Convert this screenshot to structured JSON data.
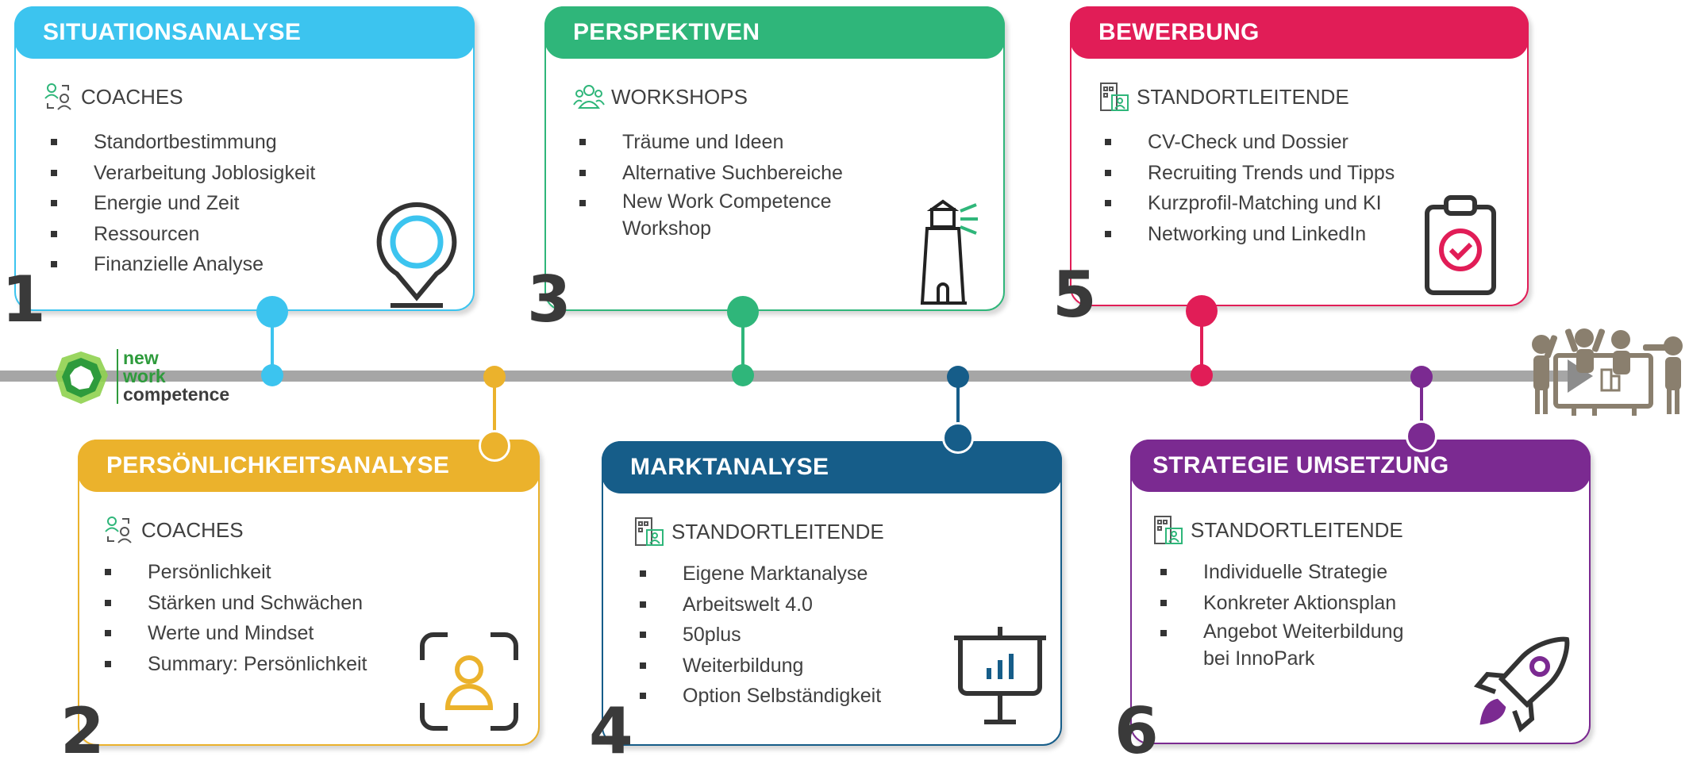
{
  "logo": {
    "line1": "new",
    "line2": "work",
    "line3": "competence"
  },
  "colors": {
    "situationsanalyse": "#3cc4ef",
    "persoenlichkeitsanalyse": "#ebb22c",
    "perspektiven": "#2fb67a",
    "marktanalyse": "#165d89",
    "bewerbung": "#e11d57",
    "strategie": "#7b2a91",
    "timeline": "#a6a6a6"
  },
  "steps": [
    {
      "number": "1",
      "title": "SITUATIONSANALYSE",
      "role": "COACHES",
      "role_icon": "coaches-icon",
      "items": [
        "Standortbestimmung",
        "Verarbeitung Joblosigkeit",
        "Energie und Zeit",
        "Ressourcen",
        "Finanzielle Analyse"
      ],
      "icon": "location-pin-icon"
    },
    {
      "number": "2",
      "title": "PERSÖNLICHKEITSANALYSE",
      "role": "COACHES",
      "role_icon": "coaches-icon",
      "items": [
        "Persönlichkeit",
        "Stärken und Schwächen",
        "Werte und Mindset",
        "Summary: Persönlichkeit"
      ],
      "icon": "face-scan-icon"
    },
    {
      "number": "3",
      "title": "PERSPEKTIVEN",
      "role": "WORKSHOPS",
      "role_icon": "group-icon",
      "items": [
        "Träume und Ideen",
        "Alternative Suchbereiche",
        "New Work Competence",
        "Workshop"
      ],
      "icon": "lighthouse-icon"
    },
    {
      "number": "4",
      "title": "MARKTANALYSE",
      "role": "STANDORTLEITENDE",
      "role_icon": "building-person-icon",
      "items": [
        "Eigene Marktanalyse",
        "Arbeitswelt 4.0",
        "50plus",
        "Weiterbildung",
        "Option Selbständigkeit"
      ],
      "icon": "presentation-chart-icon"
    },
    {
      "number": "5",
      "title": "BEWERBUNG",
      "role": "STANDORTLEITENDE",
      "role_icon": "building-person-icon",
      "items": [
        "CV-Check und Dossier",
        "Recruiting Trends und Tipps",
        "Kurzprofil-Matching und KI",
        "Networking und LinkedIn"
      ],
      "icon": "clipboard-check-icon"
    },
    {
      "number": "6",
      "title": "STRATEGIE UMSETZUNG",
      "role": "STANDORTLEITENDE",
      "role_icon": "building-person-icon",
      "items": [
        "Individuelle Strategie",
        "Konkreter Aktionsplan",
        "Angebot Weiterbildung",
        "bei InnoPark"
      ],
      "icon": "rocket-icon"
    }
  ],
  "end_icon": "team-success-icon"
}
